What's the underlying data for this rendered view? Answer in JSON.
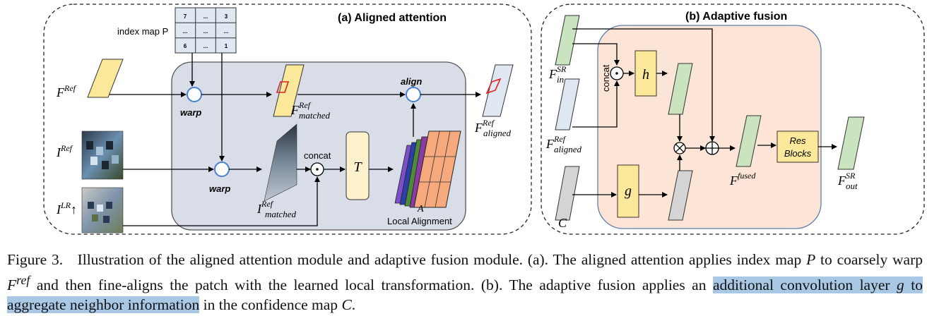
{
  "panel_a": {
    "title": "(a)  Aligned attention",
    "index_map_label": "index map P",
    "index_map_cells": [
      "7",
      "...",
      "3",
      "...",
      "...",
      "...",
      "6",
      "...",
      "1"
    ],
    "warp_label": "warp",
    "concat_label": "concat",
    "align_label": "align",
    "t_label": "T",
    "a_label": "A",
    "local_alignment_label": "Local Alignment",
    "f_ref": {
      "base": "F",
      "sup": "Ref"
    },
    "i_ref": {
      "base": "I",
      "sup": "Ref"
    },
    "i_lr": {
      "base": "I",
      "sup": "LR",
      "arrow": "↑"
    },
    "f_matched": {
      "base": "F",
      "sup": "Ref",
      "sub": "matched"
    },
    "i_matched": {
      "base": "I",
      "sup": "Ref",
      "sub": "matched"
    },
    "f_aligned": {
      "base": "F",
      "sup": "Ref",
      "sub": "aligned"
    }
  },
  "panel_b": {
    "title": "(b)  Adaptive fusion",
    "concat_label": "concat",
    "h_label": "h",
    "g_label": "g",
    "res_blocks_line1": "Res",
    "res_blocks_line2": "Blocks",
    "f_in": {
      "base": "F",
      "sup": "SR",
      "sub": "in"
    },
    "f_aligned": {
      "base": "F",
      "sup": "Ref",
      "sub": "aligned"
    },
    "c_label": "C",
    "f_fused": {
      "base": "F",
      "sup": "fused"
    },
    "f_out": {
      "base": "F",
      "sup": "SR",
      "sub": "out"
    }
  },
  "caption": {
    "figure_number": "Figure 3.",
    "part1": "Illustration of the aligned attention module and adaptive fusion module. (a). The aligned attention applies index map ",
    "p_symbol": "P",
    "part2": " to coarsely warp ",
    "f_symbol": "F",
    "f_sup": "ref",
    "part3": " and then fine-aligns the patch with the learned local transformation. (b). The adaptive fusion applies an ",
    "highlight1": "additional convolution layer ",
    "g_symbol": "g",
    "highlight2": " to aggregate neighbor information",
    "part4": " in the confidence map ",
    "c_symbol": "C",
    "part5": "."
  },
  "colors": {
    "yellow_feature": "#fce89a",
    "green_feature": "#c9e4bf",
    "blue_feature": "#dfe7f3",
    "gray_feature": "#d4d4d4",
    "panel_a_bg": "#d8dde8",
    "panel_b_bg": "#fce4d6",
    "operator_blue": "#4a7fd0",
    "caption_highlight": "#a9c8e6"
  }
}
